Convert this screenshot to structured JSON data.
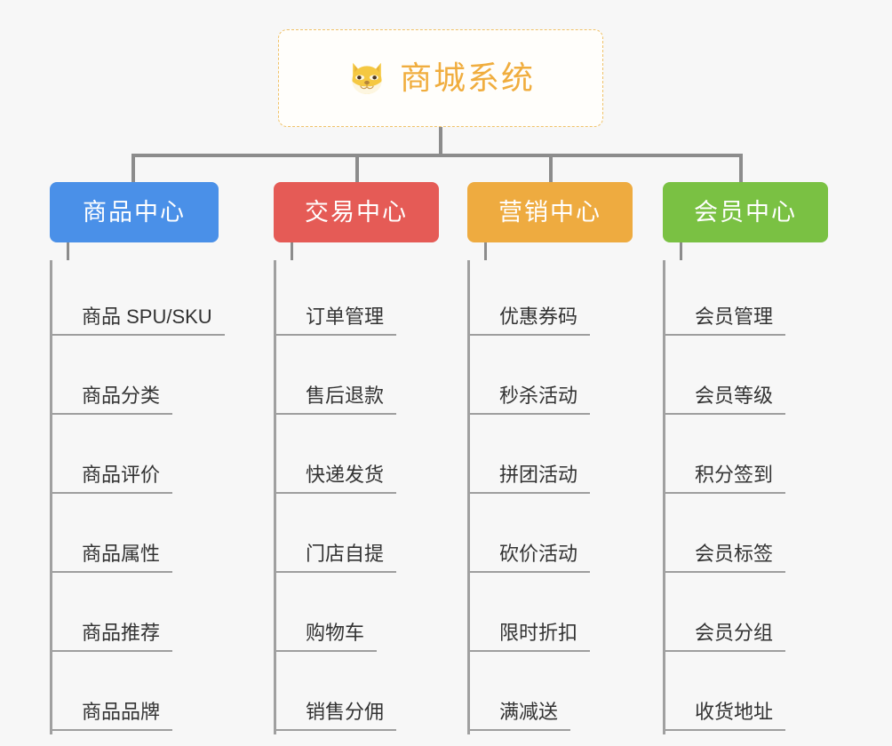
{
  "background_color": "#f7f7f7",
  "root": {
    "icon": "shiba-dog-icon",
    "title": "商城系统",
    "text_color": "#f0ad3e",
    "border_color": "#f0c269"
  },
  "columns": [
    {
      "key": "product",
      "label": "商品中心",
      "color": "#4a90e8",
      "items": [
        {
          "label": "商品 SPU/SKU"
        },
        {
          "label": "商品分类"
        },
        {
          "label": "商品评价"
        },
        {
          "label": "商品属性"
        },
        {
          "label": "商品推荐"
        },
        {
          "label": "商品品牌"
        }
      ]
    },
    {
      "key": "trade",
      "label": "交易中心",
      "color": "#e55b56",
      "items": [
        {
          "label": "订单管理"
        },
        {
          "label": "售后退款"
        },
        {
          "label": "快递发货"
        },
        {
          "label": "门店自提"
        },
        {
          "label": "购物车"
        },
        {
          "label": "销售分佣"
        }
      ]
    },
    {
      "key": "marketing",
      "label": "营销中心",
      "color": "#eeab40",
      "items": [
        {
          "label": "优惠券码"
        },
        {
          "label": "秒杀活动"
        },
        {
          "label": "拼团活动"
        },
        {
          "label": "砍价活动"
        },
        {
          "label": "限时折扣"
        },
        {
          "label": "满减送"
        }
      ]
    },
    {
      "key": "member",
      "label": "会员中心",
      "color": "#7ac143",
      "items": [
        {
          "label": "会员管理"
        },
        {
          "label": "会员等级"
        },
        {
          "label": "积分签到"
        },
        {
          "label": "会员标签"
        },
        {
          "label": "会员分组"
        },
        {
          "label": "收货地址"
        }
      ]
    }
  ],
  "connectors": {
    "color": "#8c8c8c"
  }
}
